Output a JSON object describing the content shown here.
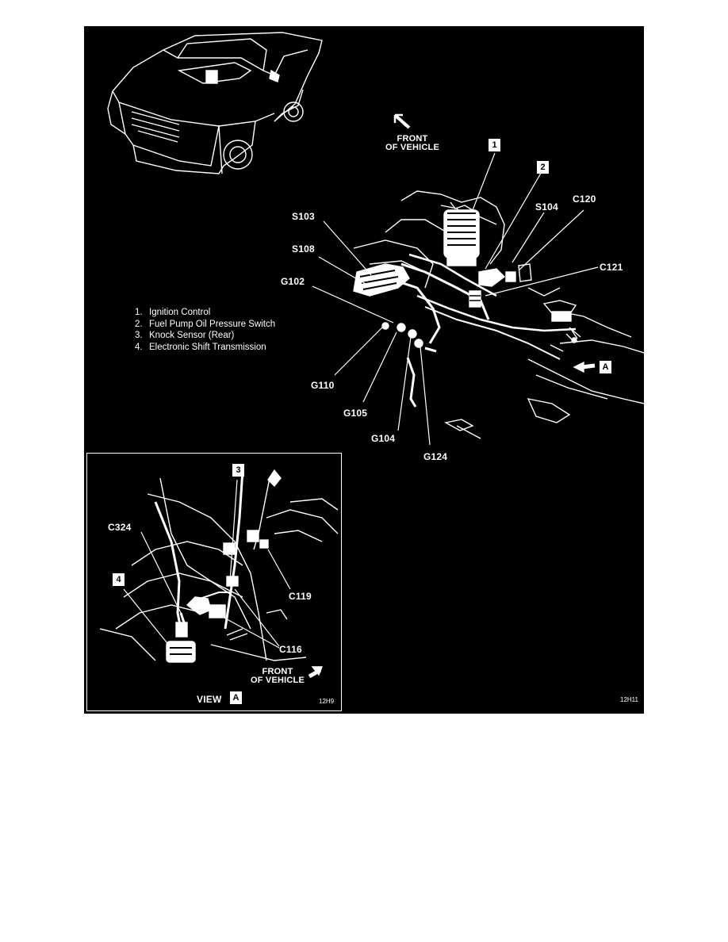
{
  "diagram": {
    "front_top": "FRONT",
    "front_bottom": "OF VEHICLE",
    "callouts": {
      "c1": "1",
      "c2": "2",
      "c3": "3",
      "c4": "4",
      "view_a": "A",
      "view_a_inset": "A"
    },
    "connectors": {
      "s103": "S103",
      "s108": "S108",
      "g102": "G102",
      "s104": "S104",
      "c120": "C120",
      "c121": "C121",
      "g110": "G110",
      "g105": "G105",
      "g104": "G104",
      "g124": "G124",
      "c324": "C324",
      "c119": "C119",
      "c116": "C116"
    },
    "legend": [
      {
        "num": "1.",
        "text": "Ignition Control"
      },
      {
        "num": "2.",
        "text": "Fuel Pump Oil Pressure Switch"
      },
      {
        "num": "3.",
        "text": "Knock Sensor (Rear)"
      },
      {
        "num": "4.",
        "text": "Electronic Shift Transmission"
      }
    ],
    "inset": {
      "view_label": "VIEW",
      "front_top": "FRONT",
      "front_bottom": "OF VEHICLE",
      "code": "12H9"
    },
    "figure_code": "12H11"
  }
}
